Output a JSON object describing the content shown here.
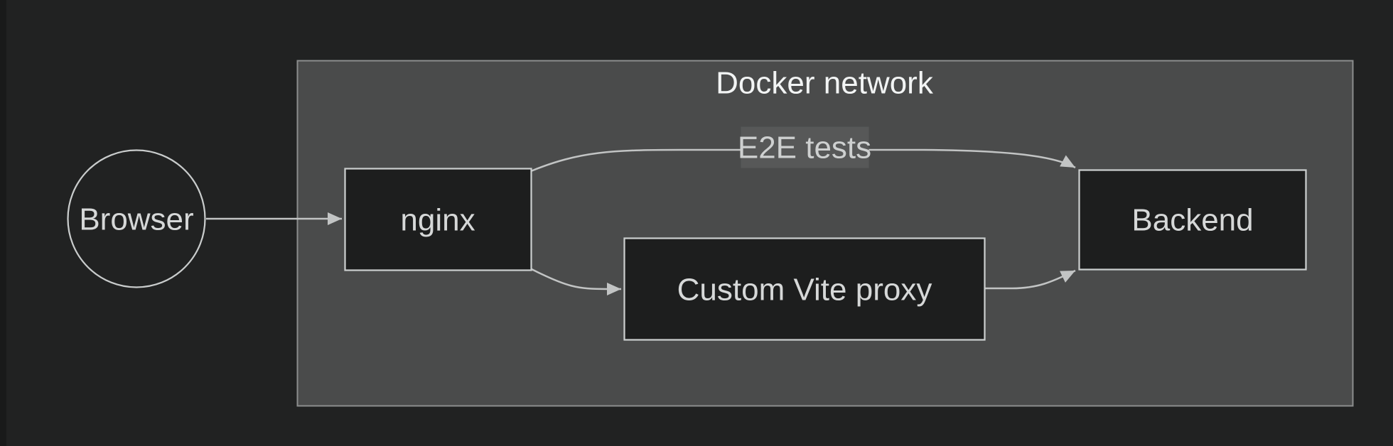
{
  "window": {
    "background": "#212222",
    "left_edge_color": "#191a1a"
  },
  "diagram": {
    "type": "flowchart",
    "cluster": {
      "title": "Docker network"
    },
    "nodes": {
      "browser": {
        "label": "Browser",
        "shape": "circle"
      },
      "nginx": {
        "label": "nginx",
        "shape": "rect"
      },
      "vite_proxy": {
        "label": "Custom Vite proxy",
        "shape": "rect"
      },
      "backend": {
        "label": "Backend",
        "shape": "rect"
      }
    },
    "edges": [
      {
        "from": "browser",
        "to": "nginx",
        "label": ""
      },
      {
        "from": "nginx",
        "to": "backend",
        "label": "E2E tests"
      },
      {
        "from": "nginx",
        "to": "vite_proxy",
        "label": ""
      },
      {
        "from": "vite_proxy",
        "to": "backend",
        "label": ""
      }
    ],
    "edge_labels": {
      "e2e": "E2E tests"
    },
    "colors": {
      "background": "#212222",
      "cluster_fill": "#4a4b4b",
      "cluster_border": "#8c8e8e",
      "cluster_title_text": "#f2f4f4",
      "node_fill": "#1d1e1e",
      "node_border": "#cbcece",
      "node_text": "#d6d8d8",
      "edge_stroke": "#c2c4c4",
      "edge_label_bg": "#575858",
      "edge_label_text": "#ced0d0"
    }
  }
}
